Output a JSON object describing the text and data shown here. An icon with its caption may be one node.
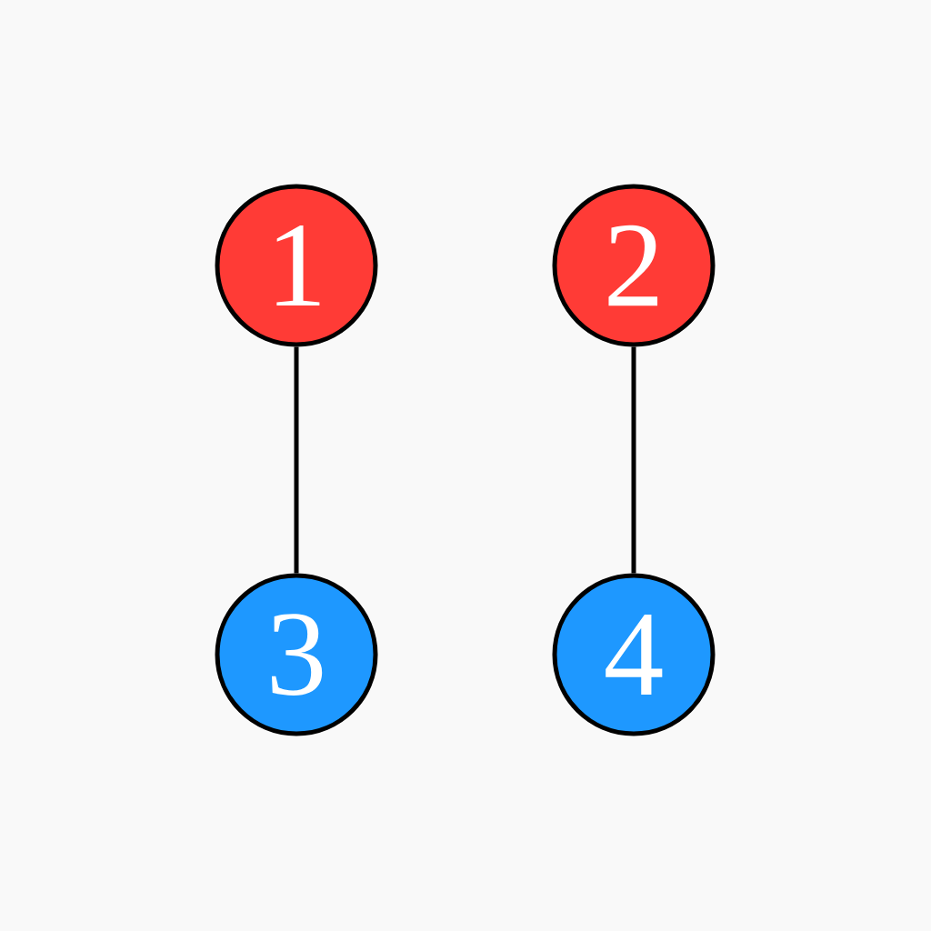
{
  "diagram": {
    "nodes": [
      {
        "text": [
          "1"
        ]
      },
      {
        "text": [
          "2"
        ]
      },
      {
        "text": [
          "3"
        ]
      },
      {
        "text": [
          "4"
        ]
      }
    ],
    "edges": [
      {
        "from": 0,
        "to": 2,
        "arrow": "none"
      },
      {
        "from": 1,
        "to": 3,
        "arrow": "none"
      }
    ]
  }
}
